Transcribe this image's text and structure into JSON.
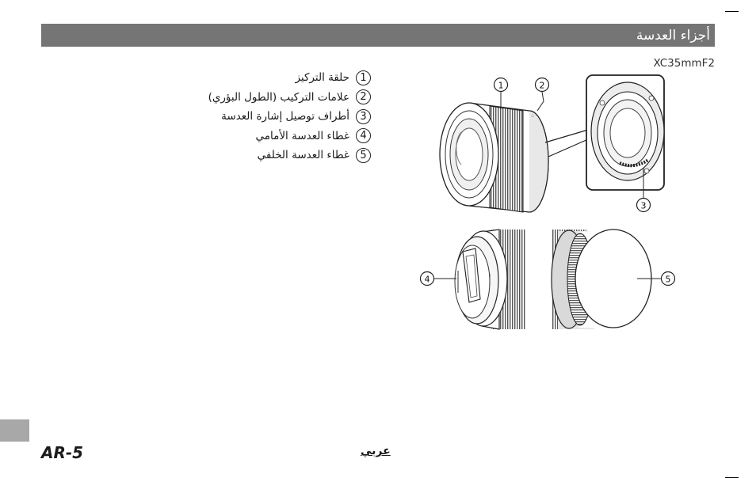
{
  "header": {
    "title": "أجزاء العدسة"
  },
  "model": "XC35mmF2",
  "parts": [
    {
      "num": "1",
      "label": "حلقة التركيز"
    },
    {
      "num": "2",
      "label": "علامات التركيب (الطول البؤري)"
    },
    {
      "num": "3",
      "label": "أطراف توصيل إشارة العدسة"
    },
    {
      "num": "4",
      "label": "غطاء العدسة الأمامي"
    },
    {
      "num": "5",
      "label": "غطاء العدسة الخلفي"
    }
  ],
  "callouts": [
    "1",
    "2",
    "3",
    "4",
    "5"
  ],
  "footer": {
    "page": "AR-5",
    "language": "عربي"
  }
}
